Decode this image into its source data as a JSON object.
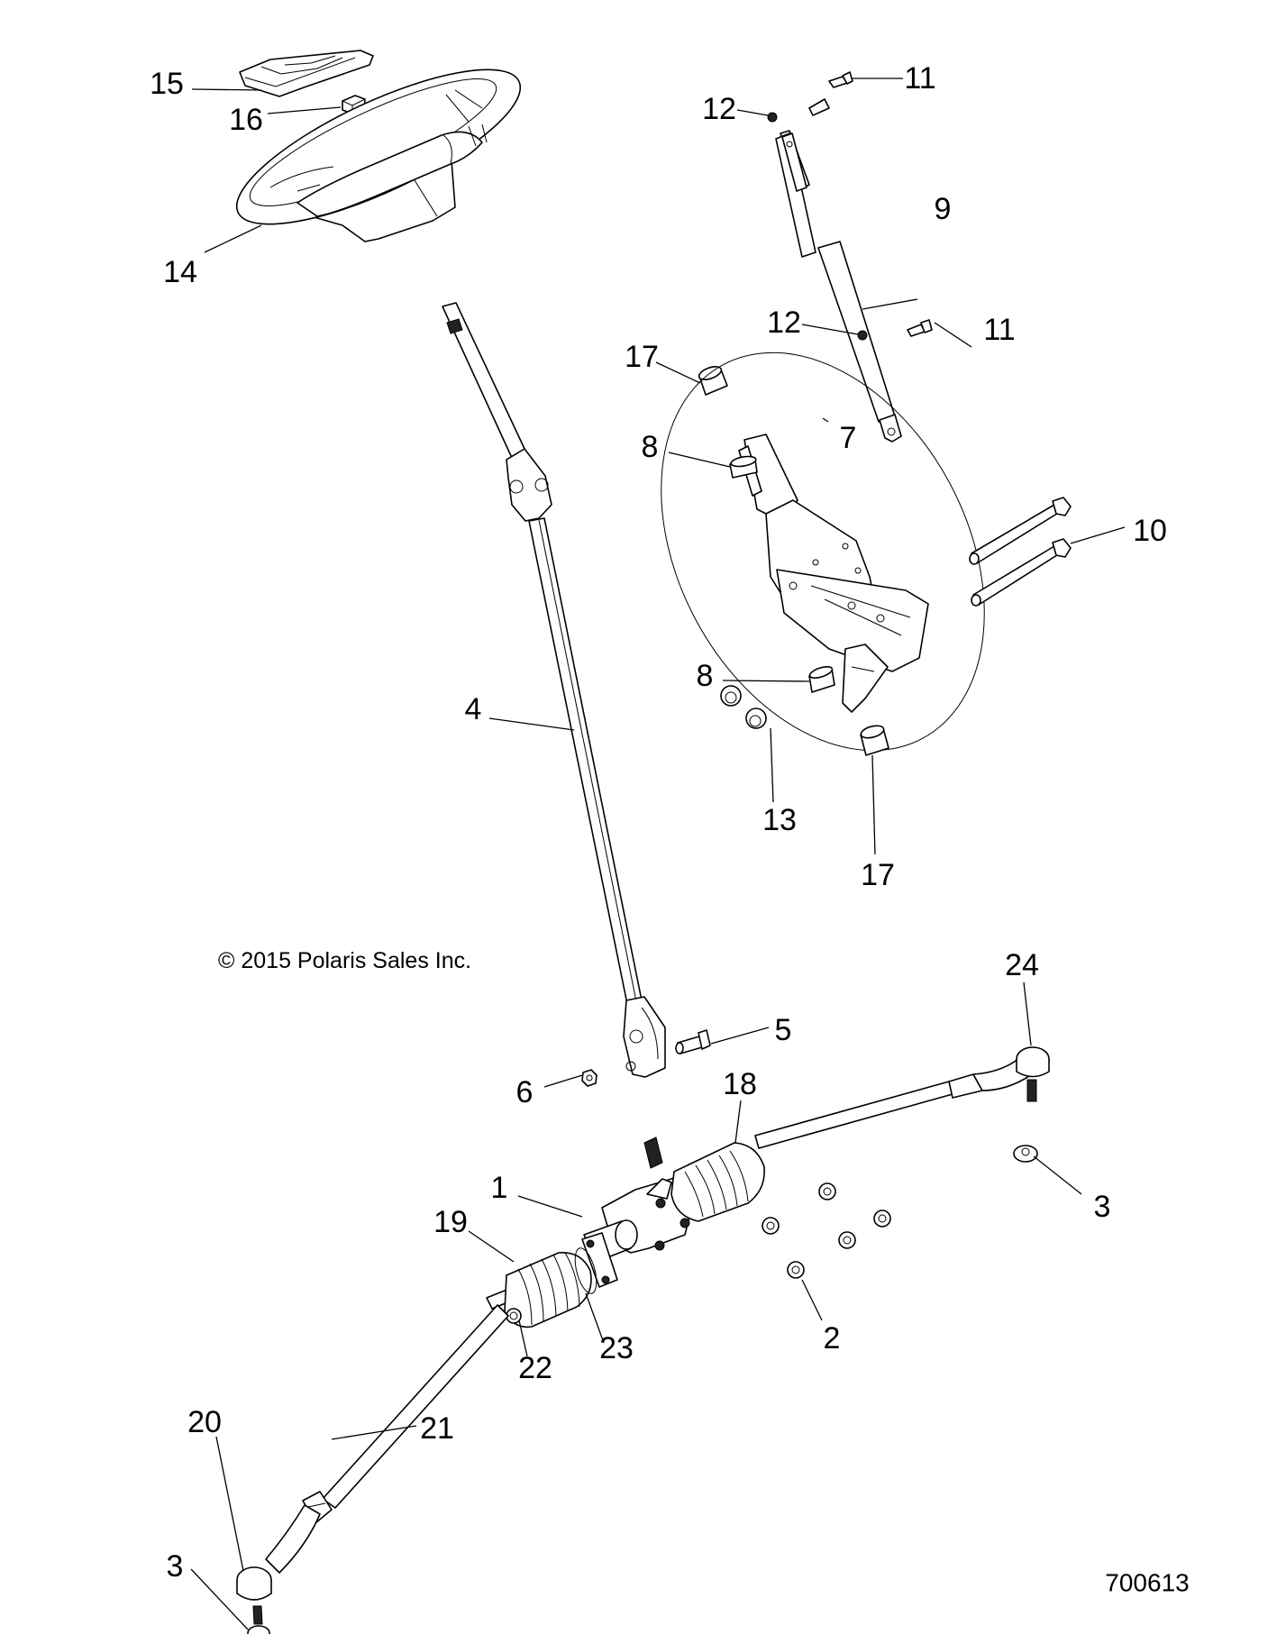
{
  "diagram": {
    "title": "Steering assembly exploded parts diagram",
    "copyright": "© 2015 Polaris Sales Inc.",
    "figure_id": "700613"
  },
  "callouts": {
    "c1": "1",
    "c2": "2",
    "c3a": "3",
    "c3b": "3",
    "c4": "4",
    "c5": "5",
    "c6": "6",
    "c7": "7",
    "c8a": "8",
    "c8b": "8",
    "c9": "9",
    "c10": "10",
    "c11a": "11",
    "c11b": "11",
    "c12a": "12",
    "c12b": "12",
    "c13": "13",
    "c14": "14",
    "c15": "15",
    "c16": "16",
    "c17a": "17",
    "c17b": "17",
    "c18": "18",
    "c19": "19",
    "c20": "20",
    "c21": "21",
    "c22": "22",
    "c23": "23",
    "c24": "24"
  },
  "parts": [
    {
      "ref": "1",
      "name": "steering-rack-assembly"
    },
    {
      "ref": "2",
      "name": "rack-mount-nut"
    },
    {
      "ref": "3",
      "name": "tie-rod-end-nut"
    },
    {
      "ref": "4",
      "name": "steering-shaft"
    },
    {
      "ref": "5",
      "name": "u-joint-bolt"
    },
    {
      "ref": "6",
      "name": "u-joint-nut"
    },
    {
      "ref": "7",
      "name": "tilt-bracket-assembly"
    },
    {
      "ref": "8",
      "name": "bushing"
    },
    {
      "ref": "9",
      "name": "gas-strut"
    },
    {
      "ref": "10",
      "name": "pivot-bolt"
    },
    {
      "ref": "11",
      "name": "strut-stud"
    },
    {
      "ref": "12",
      "name": "strut-nut"
    },
    {
      "ref": "13",
      "name": "bracket-nut"
    },
    {
      "ref": "14",
      "name": "steering-wheel"
    },
    {
      "ref": "15",
      "name": "hub-cover"
    },
    {
      "ref": "16",
      "name": "wheel-nut"
    },
    {
      "ref": "17",
      "name": "flanged-bushing"
    },
    {
      "ref": "18",
      "name": "right-boot"
    },
    {
      "ref": "19",
      "name": "left-boot"
    },
    {
      "ref": "20",
      "name": "left-tie-rod-end"
    },
    {
      "ref": "21",
      "name": "left-tie-rod"
    },
    {
      "ref": "22",
      "name": "boot-clamp"
    },
    {
      "ref": "23",
      "name": "boot-clamp-large"
    },
    {
      "ref": "24",
      "name": "right-tie-rod-end"
    }
  ]
}
